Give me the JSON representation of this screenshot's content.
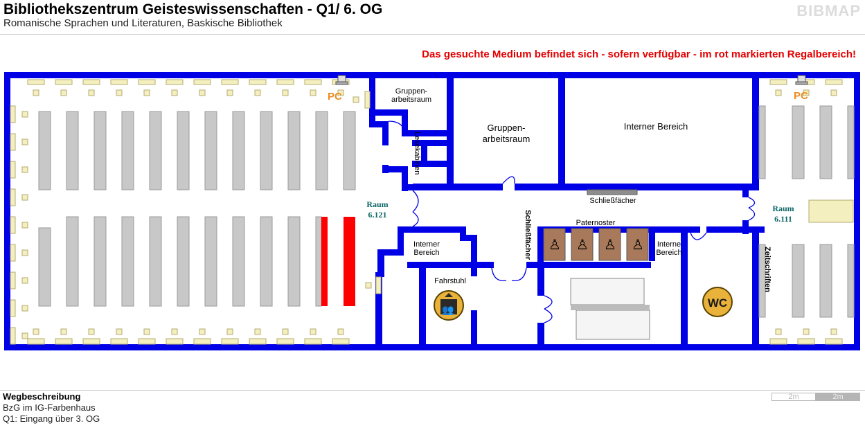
{
  "header": {
    "title": "Bibliothekszentrum Geisteswissenschaften - Q1/ 6. OG",
    "subtitle": "Romanische Sprachen und Literaturen, Baskische Bibliothek",
    "logo": "BIBMAP"
  },
  "notice": "Das gesuchte Medium befindet sich - sofern verfügbar -  im rot markierten Regalbereich!",
  "map": {
    "colors": {
      "wall": "#0000e6",
      "highlight_shelf": "#ff0000",
      "shelf": "#c8c8c8",
      "seat": "#f4efbf",
      "raum_label": "#0d6666",
      "pc_label": "#ee8a1e"
    },
    "labels": {
      "pc": "PC",
      "gruppen_small_1": "Gruppen-",
      "gruppen_small_2": "arbeitsraum",
      "gruppen_large_1": "Gruppen-",
      "gruppen_large_2": "arbeitsraum",
      "interner_bereich": "Interner Bereich",
      "interner_small_1": "Interner",
      "interner_small_2": "Bereich",
      "interner_right_1": "Interne",
      "interner_right_2": "Bereich",
      "lesekabinen": "Lesekabinen",
      "schliessfaecher": "Schließfächer",
      "schliessfaecher_vert": "Schließfächer",
      "paternoster": "Paternoster",
      "fahrstuhl": "Fahrstuhl",
      "raum_left_1": "Raum",
      "raum_left_2": "6.121",
      "raum_right_1": "Raum",
      "raum_right_2": "6.111",
      "zeitschriften": "Zeitschriften",
      "wc": "WC"
    },
    "icons": [
      "computer-icon",
      "elevator-icon",
      "paternoster-icon",
      "wc-icon",
      "stairs-icon"
    ]
  },
  "directions": {
    "title": "Wegbeschreibung",
    "lines": [
      "BzG im IG-Farbenhaus",
      "Q1: Eingang über 3. OG"
    ]
  },
  "scale": {
    "label_a": "2m",
    "label_b": "2m"
  }
}
